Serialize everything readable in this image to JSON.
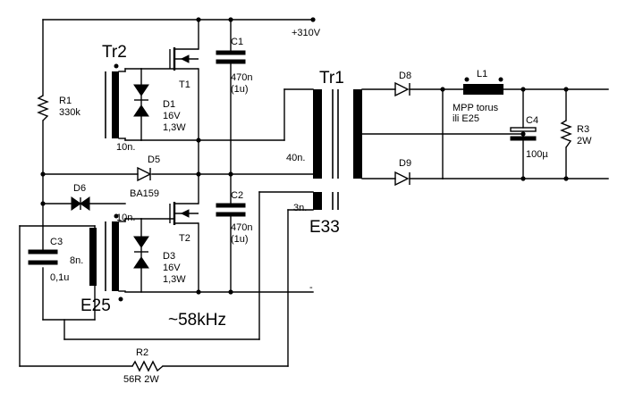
{
  "supply": {
    "plus": "+310V",
    "minus": "-"
  },
  "frequency": "~58kHz",
  "transformers": {
    "tr1": {
      "name": "Tr1",
      "core": "E33",
      "primary_turns": "40n.",
      "feedback_turns": "3n."
    },
    "tr2": {
      "name": "Tr2",
      "core": "E25",
      "winding_a": "10n.",
      "winding_b": "10n.",
      "winding_c": "8n."
    }
  },
  "components": {
    "r1": {
      "ref": "R1",
      "value": "330k"
    },
    "r2": {
      "ref": "R2",
      "value": "56R 2W"
    },
    "r3": {
      "ref": "R3",
      "value": "2W"
    },
    "c1": {
      "ref": "C1",
      "value": "470n",
      "alt": "(1u)"
    },
    "c2": {
      "ref": "C2",
      "value": "470n",
      "alt": "(1u)"
    },
    "c3": {
      "ref": "C3",
      "value": "0,1u"
    },
    "c4": {
      "ref": "C4",
      "value": "100µ"
    },
    "t1": {
      "ref": "T1"
    },
    "t2": {
      "ref": "T2"
    },
    "d1": {
      "ref": "D1",
      "v": "16V",
      "p": "1,3W"
    },
    "d3": {
      "ref": "D3",
      "v": "16V",
      "p": "1,3W"
    },
    "d5": {
      "ref": "D5",
      "value": "BA159"
    },
    "d6": {
      "ref": "D6"
    },
    "d8": {
      "ref": "D8"
    },
    "d9": {
      "ref": "D9"
    },
    "l1": {
      "ref": "L1",
      "line1": "MPP torus",
      "line2": "ili E25"
    }
  }
}
